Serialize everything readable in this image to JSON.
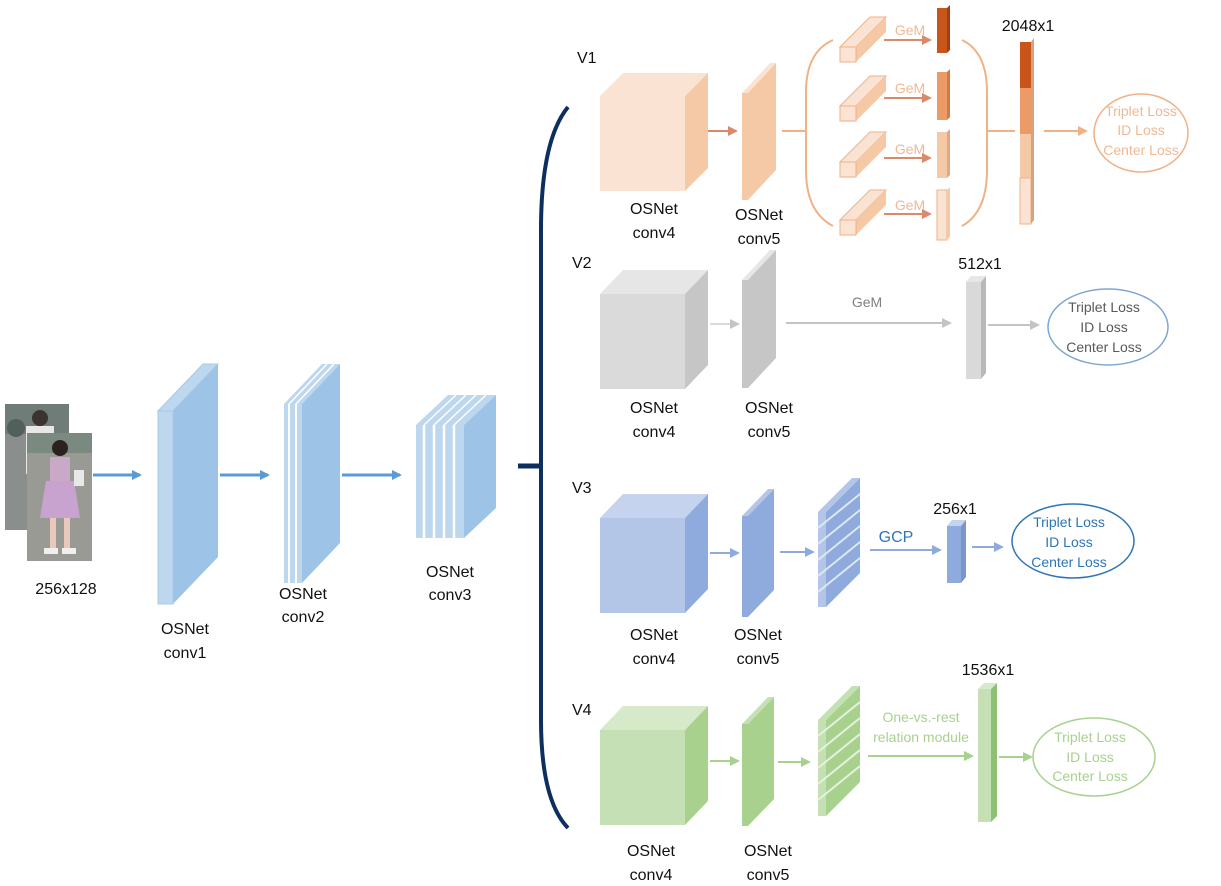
{
  "input": {
    "size_label": "256x128"
  },
  "backbone": {
    "conv1": [
      "OSNet",
      "conv1"
    ],
    "conv2": [
      "OSNet",
      "conv2"
    ],
    "conv3": [
      "OSNet",
      "conv3"
    ]
  },
  "branches": [
    {
      "id": "V1",
      "label": "V1",
      "conv4": [
        "OSNet",
        "conv4"
      ],
      "conv5": [
        "OSNet",
        "conv5"
      ],
      "pool_labels": [
        "GeM",
        "GeM",
        "GeM",
        "GeM"
      ],
      "feature_dim": "2048x1",
      "losses": [
        "Triplet  Loss",
        "ID Loss",
        "Center Loss"
      ],
      "colors": {
        "cube": "#fbe3d3",
        "cube_side": "#f5c8a6",
        "accent": "#f0b184",
        "dark": "#c8561b",
        "text": "#efb996",
        "arrow": "#d98a6a"
      }
    },
    {
      "id": "V2",
      "label": "V2",
      "conv4": [
        "OSNet",
        "conv4"
      ],
      "conv5": [
        "OSNet",
        "conv5"
      ],
      "pool_label": "GeM",
      "feature_dim": "512x1",
      "losses": [
        "Triplet  Loss",
        "ID Loss",
        "Center Loss"
      ],
      "colors": {
        "cube": "#dadada",
        "cube_side": "#c6c6c6",
        "accent": "#c4c4c4",
        "text": "#7f7f7f",
        "loss_text": "#595959",
        "loss_border": "#7ea6d3"
      }
    },
    {
      "id": "V3",
      "label": "V3",
      "conv4": [
        "OSNet",
        "conv4"
      ],
      "conv5": [
        "OSNet",
        "conv5"
      ],
      "pool_label": "GCP",
      "feature_dim": "256x1",
      "losses": [
        "Triplet  Loss",
        "ID Loss",
        "Center Loss"
      ],
      "colors": {
        "cube": "#b4c6e7",
        "cube_side": "#8faadc",
        "accent": "#8faadc",
        "text": "#2e75b6",
        "arrow": "#8faadc"
      }
    },
    {
      "id": "V4",
      "label": "V4",
      "conv4": [
        "OSNet",
        "conv4"
      ],
      "conv5": [
        "OSNet",
        "conv5"
      ],
      "module_label": [
        "One-vs.-rest",
        "relation module"
      ],
      "feature_dim": "1536x1",
      "losses": [
        "Triplet  Loss",
        "ID Loss",
        "Center Loss"
      ],
      "colors": {
        "cube": "#c5e0b4",
        "cube_side": "#a9d18e",
        "accent": "#a9d18e",
        "text": "#a9d18e"
      }
    }
  ],
  "colors": {
    "backbone_front": "#9dc3e6",
    "backbone_side": "#bdd7ee",
    "backbone_arrow": "#5b9bd5",
    "brace": "#0d2f5f"
  }
}
